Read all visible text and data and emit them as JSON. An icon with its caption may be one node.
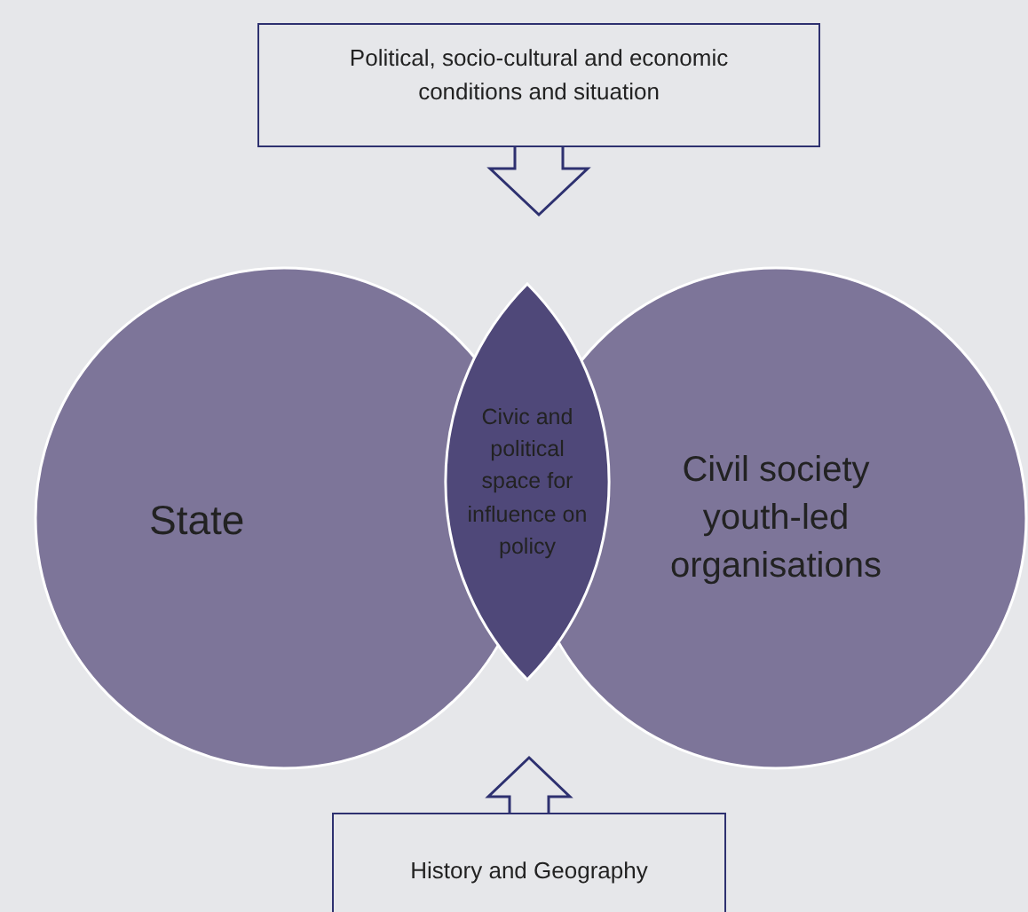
{
  "diagram": {
    "nodes": [
      {
        "text": [
          "Political, socio-cultural and economic conditions and situation"
        ]
      },
      {
        "text": [
          "State"
        ]
      },
      {
        "text": [
          "Civil society youth-led organisations"
        ]
      },
      {
        "text": [
          "Civic and political space for influence on policy"
        ]
      },
      {
        "text": [
          "History and Geography"
        ]
      }
    ],
    "edges": [
      {
        "from": 0,
        "to": 3,
        "arrow": "to"
      },
      {
        "from": 4,
        "to": 3,
        "arrow": "to"
      }
    ]
  }
}
